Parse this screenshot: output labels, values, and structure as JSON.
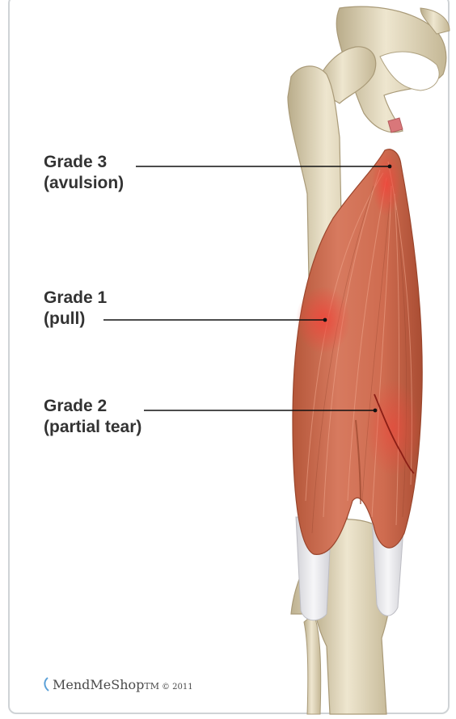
{
  "labels": [
    {
      "id": "grade-3",
      "title": "Grade 3",
      "subtitle": "(avulsion)"
    },
    {
      "id": "grade-1",
      "title": "Grade 1",
      "subtitle": "(pull)"
    },
    {
      "id": "grade-2",
      "title": "Grade 2",
      "subtitle": "(partial tear)"
    }
  ],
  "footer": {
    "brand": "MendMeShop",
    "trademark": "TM",
    "year": "© 2011"
  },
  "colors": {
    "muscle": "#c9654a",
    "muscle_highlight": "#e0503f",
    "bone": "#e6dcc0",
    "tendon": "#e8e8ec",
    "leader_line": "#111111"
  }
}
